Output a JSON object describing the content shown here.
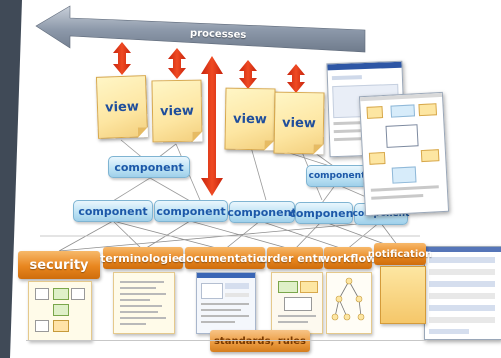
{
  "processes_label": "processes",
  "views": [
    "view",
    "view",
    "view",
    "view"
  ],
  "components_upper": [
    "component",
    "component"
  ],
  "components_lower": [
    "component",
    "component",
    "component",
    "component",
    "component"
  ],
  "services": [
    "security",
    "terminologies",
    "documentation",
    "order entry",
    "workflow",
    "notification"
  ],
  "foundation_label": "standards, rules",
  "colors": {
    "service_orange": "#e8861f",
    "component_blue": "#bfe3f5",
    "view_yellow": "#fde6a2",
    "arrow_red": "#e8351a",
    "process_band": "#8a96a8"
  }
}
